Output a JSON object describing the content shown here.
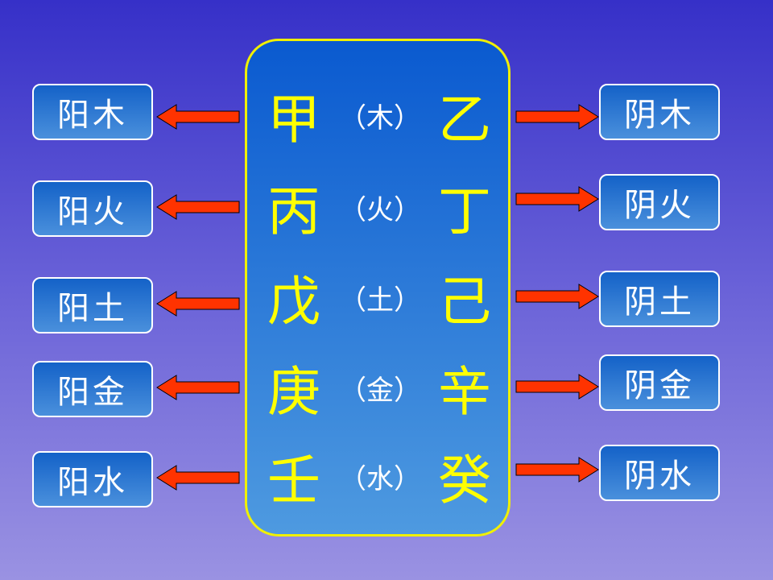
{
  "rows": [
    {
      "yang": "甲",
      "element": "（木）",
      "yin": "乙",
      "left_label": "阳木",
      "right_label": "阴木"
    },
    {
      "yang": "丙",
      "element": "（火）",
      "yin": "丁",
      "left_label": "阳火",
      "right_label": "阴火"
    },
    {
      "yang": "戊",
      "element": "（土）",
      "yin": "己",
      "left_label": "阳土",
      "right_label": "阴土"
    },
    {
      "yang": "庚",
      "element": "（金）",
      "yin": "辛",
      "left_label": "阳金",
      "right_label": "阴金"
    },
    {
      "yang": "壬",
      "element": "（水）",
      "yin": "癸",
      "left_label": "阳水",
      "right_label": "阴水"
    }
  ],
  "colors": {
    "stem": "#ffff00",
    "arrow": "#ff3300"
  }
}
